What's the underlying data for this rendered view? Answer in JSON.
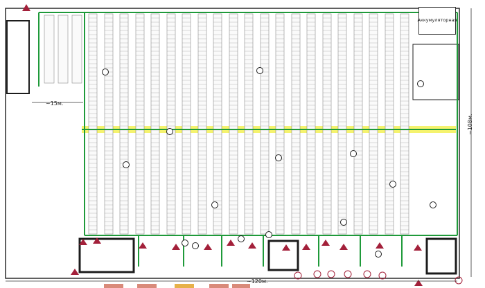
{
  "plan": {
    "battery_room_label": "Аккумуляторная",
    "dimension_width_top": "~15м.",
    "dimension_width_bottom": "~120м.",
    "dimension_height": "~108м."
  },
  "colors": {
    "route": "#1f9a3a",
    "racks": "#8a8a8a",
    "walls": "#1c1c1c",
    "highlight_band": "#f2f04a",
    "markers": "#a3203a"
  },
  "icons": [
    "checkpoint-icon",
    "warning-triangle-icon"
  ]
}
